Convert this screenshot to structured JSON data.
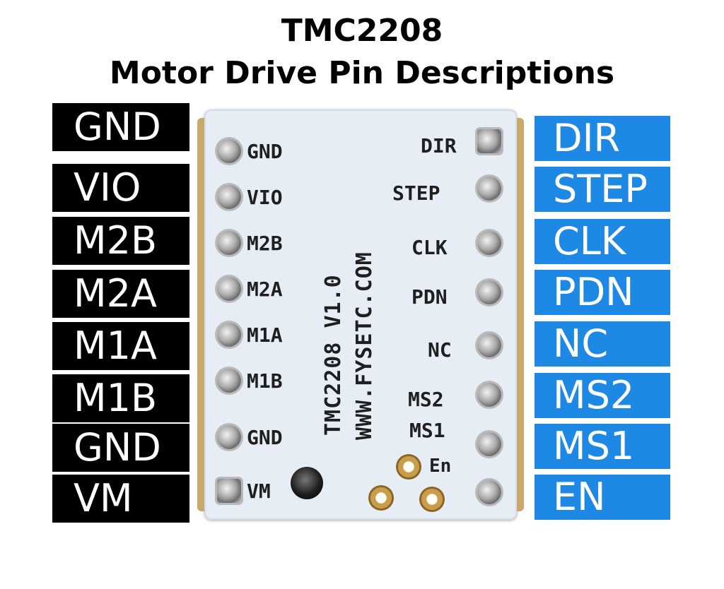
{
  "title": {
    "line1": "TMC2208",
    "line2": "Motor Drive Pin Descriptions"
  },
  "left_pins": [
    "GND",
    "VIO",
    "M2B",
    "M2A",
    "M1A",
    "M1B",
    "GND",
    "VM"
  ],
  "right_pins": [
    "DIR",
    "STEP",
    "CLK",
    "PDN",
    "NC",
    "MS2",
    "MS1",
    "EN"
  ],
  "board": {
    "left_silk": [
      "GND",
      "VIO",
      "M2B",
      "M2A",
      "M1A",
      "M1B",
      "GND",
      "VM"
    ],
    "right_silk": [
      "DIR",
      "STEP",
      "CLK",
      "PDN",
      "NC",
      "MS2",
      "MS1"
    ],
    "en_silk": "En",
    "vertical_text_1": "TMC2208 V1.0",
    "vertical_text_2": "WWW.FYSETC.COM"
  },
  "colors": {
    "left_label_bg": "#000000",
    "right_label_bg": "#1e88e5",
    "board_bg": "#e7edf5"
  }
}
